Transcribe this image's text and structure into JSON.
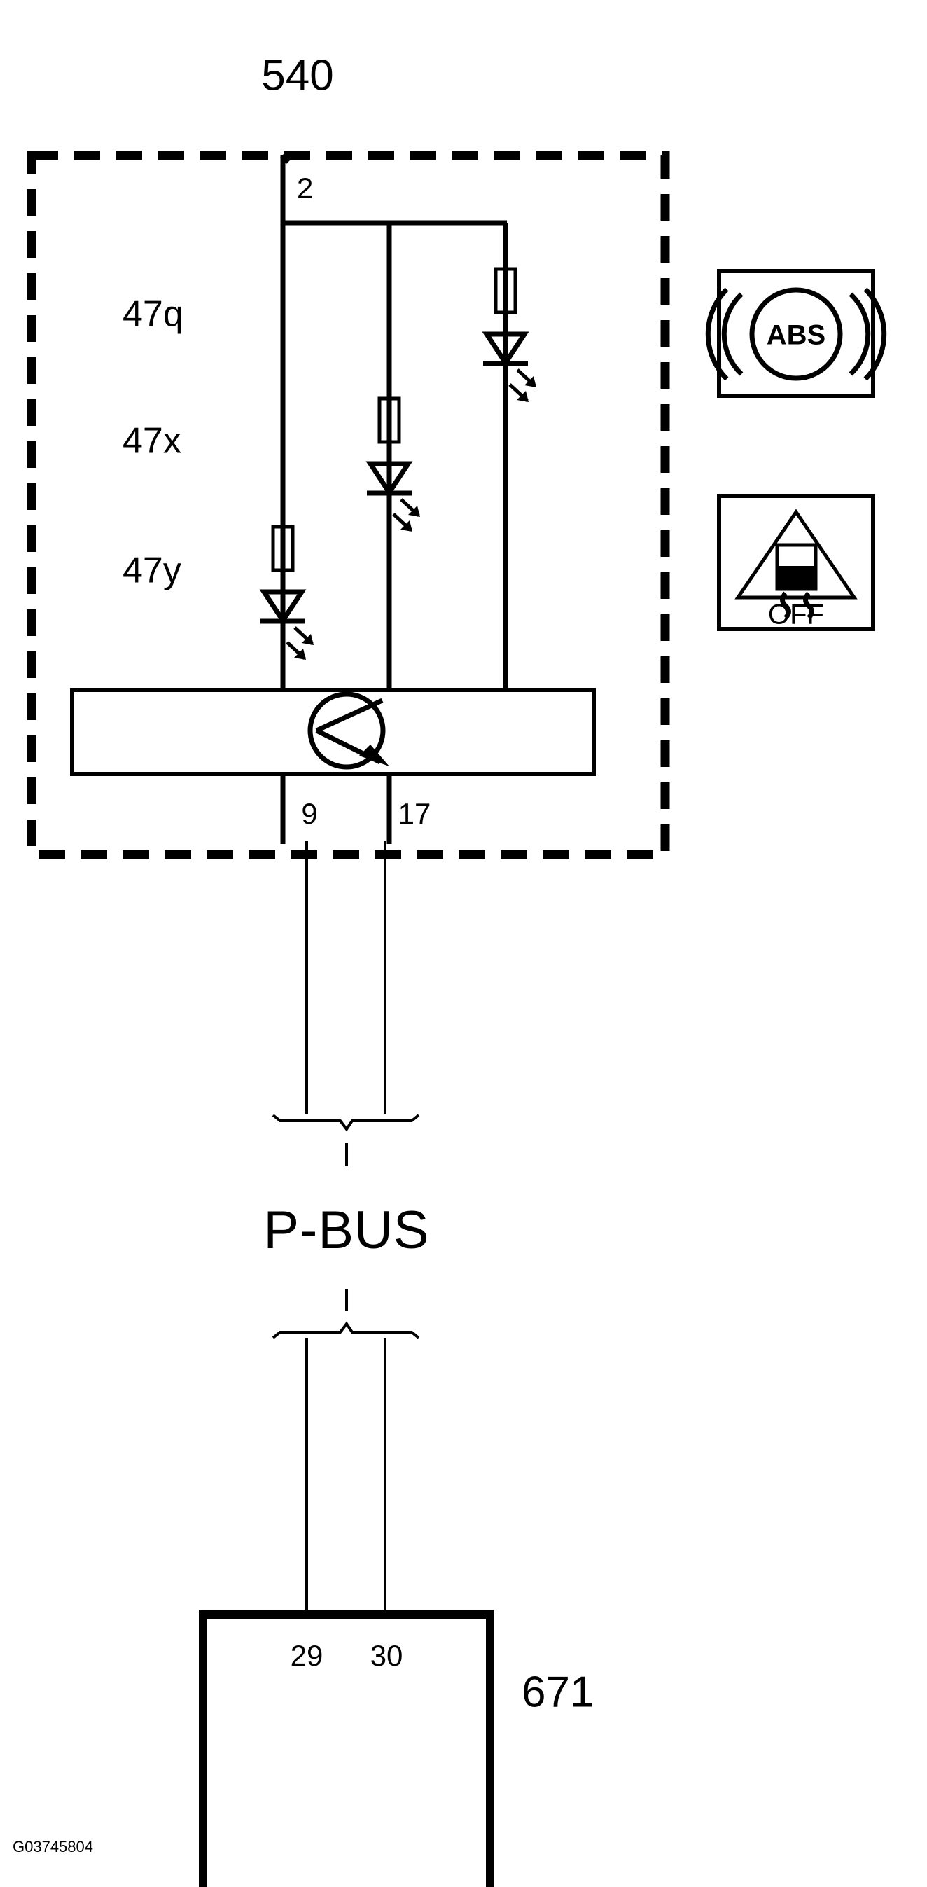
{
  "diagram": {
    "title_module": "540",
    "bottom_module": "671",
    "bus_label": "P-BUS",
    "drawing_code": "G03745804",
    "background_color": "#ffffff",
    "line_color": "#000000"
  },
  "module_540": {
    "label": "540",
    "supply_pin": "2",
    "components": [
      {
        "id": "47q",
        "label": "47q",
        "type": "resistor-led"
      },
      {
        "id": "47x",
        "label": "47x",
        "type": "resistor-led"
      },
      {
        "id": "47y",
        "label": "47y",
        "type": "resistor-led"
      }
    ],
    "controller": {
      "symbol": "rotary-converter-icon"
    },
    "output_pins": [
      "9",
      "17"
    ]
  },
  "module_671": {
    "label": "671",
    "input_pins": [
      "29",
      "30"
    ]
  },
  "indicators": [
    {
      "id": "abs",
      "label": "ABS",
      "icon": "abs-warning-icon"
    },
    {
      "id": "esp-off",
      "label": "OFF",
      "icon": "stability-control-off-icon"
    }
  ],
  "bus": {
    "label": "P-BUS",
    "top_wire_pins": [
      "9",
      "17"
    ],
    "bottom_wire_pins": [
      "29",
      "30"
    ]
  }
}
